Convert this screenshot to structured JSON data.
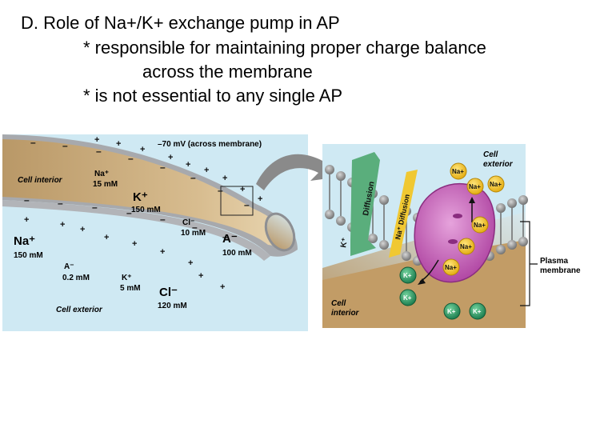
{
  "slide": {
    "title": "D. Role of Na+/K+ exchange pump in AP",
    "bullets": [
      "*  responsible for maintaining proper charge balance",
      "across the membrane",
      "*  is not essential to any single AP"
    ]
  },
  "axon": {
    "voltage_label": "–70 mV (across membrane)",
    "cell_interior": "Cell interior",
    "cell_exterior": "Cell exterior",
    "na_in": "Na⁺",
    "na_in_conc": "15 mM",
    "k_in": "K⁺",
    "k_in_conc": "150 mM",
    "cl_in": "Cl⁻",
    "cl_in_conc": "10 mM",
    "a_in": "A⁻",
    "a_in_conc": "100 mM",
    "na_out": "Na⁺",
    "na_out_conc": "150 mM",
    "a_out": "A⁻",
    "a_out_conc": "0.2 mM",
    "k_out": "K⁺",
    "k_out_conc": "5 mM",
    "cl_out": "Cl⁻",
    "cl_out_conc": "120 mM"
  },
  "pump": {
    "cell_exterior_1": "Cell",
    "cell_exterior_2": "exterior",
    "cell_interior_1": "Cell",
    "cell_interior_2": "interior",
    "diffusion_k": "Diffusion",
    "diffusion_na": "Na⁺ Diffusion",
    "k_label": "K⁺",
    "plasma_membrane_1": "Plasma",
    "plasma_membrane_2": "membrane",
    "na_ion": "Na+",
    "k_ion": "K+"
  },
  "colors": {
    "exterior_bg": "#cfe9f3",
    "cytoplasm": "#c9a978",
    "membrane": "#a7a9ad",
    "pump_protein": "#c85bb6",
    "na_ion": "#f2c21b",
    "k_ion": "#2e9a5e",
    "diffusion_k_channel": "#5aae7c",
    "diffusion_na_channel": "#f0c832"
  }
}
